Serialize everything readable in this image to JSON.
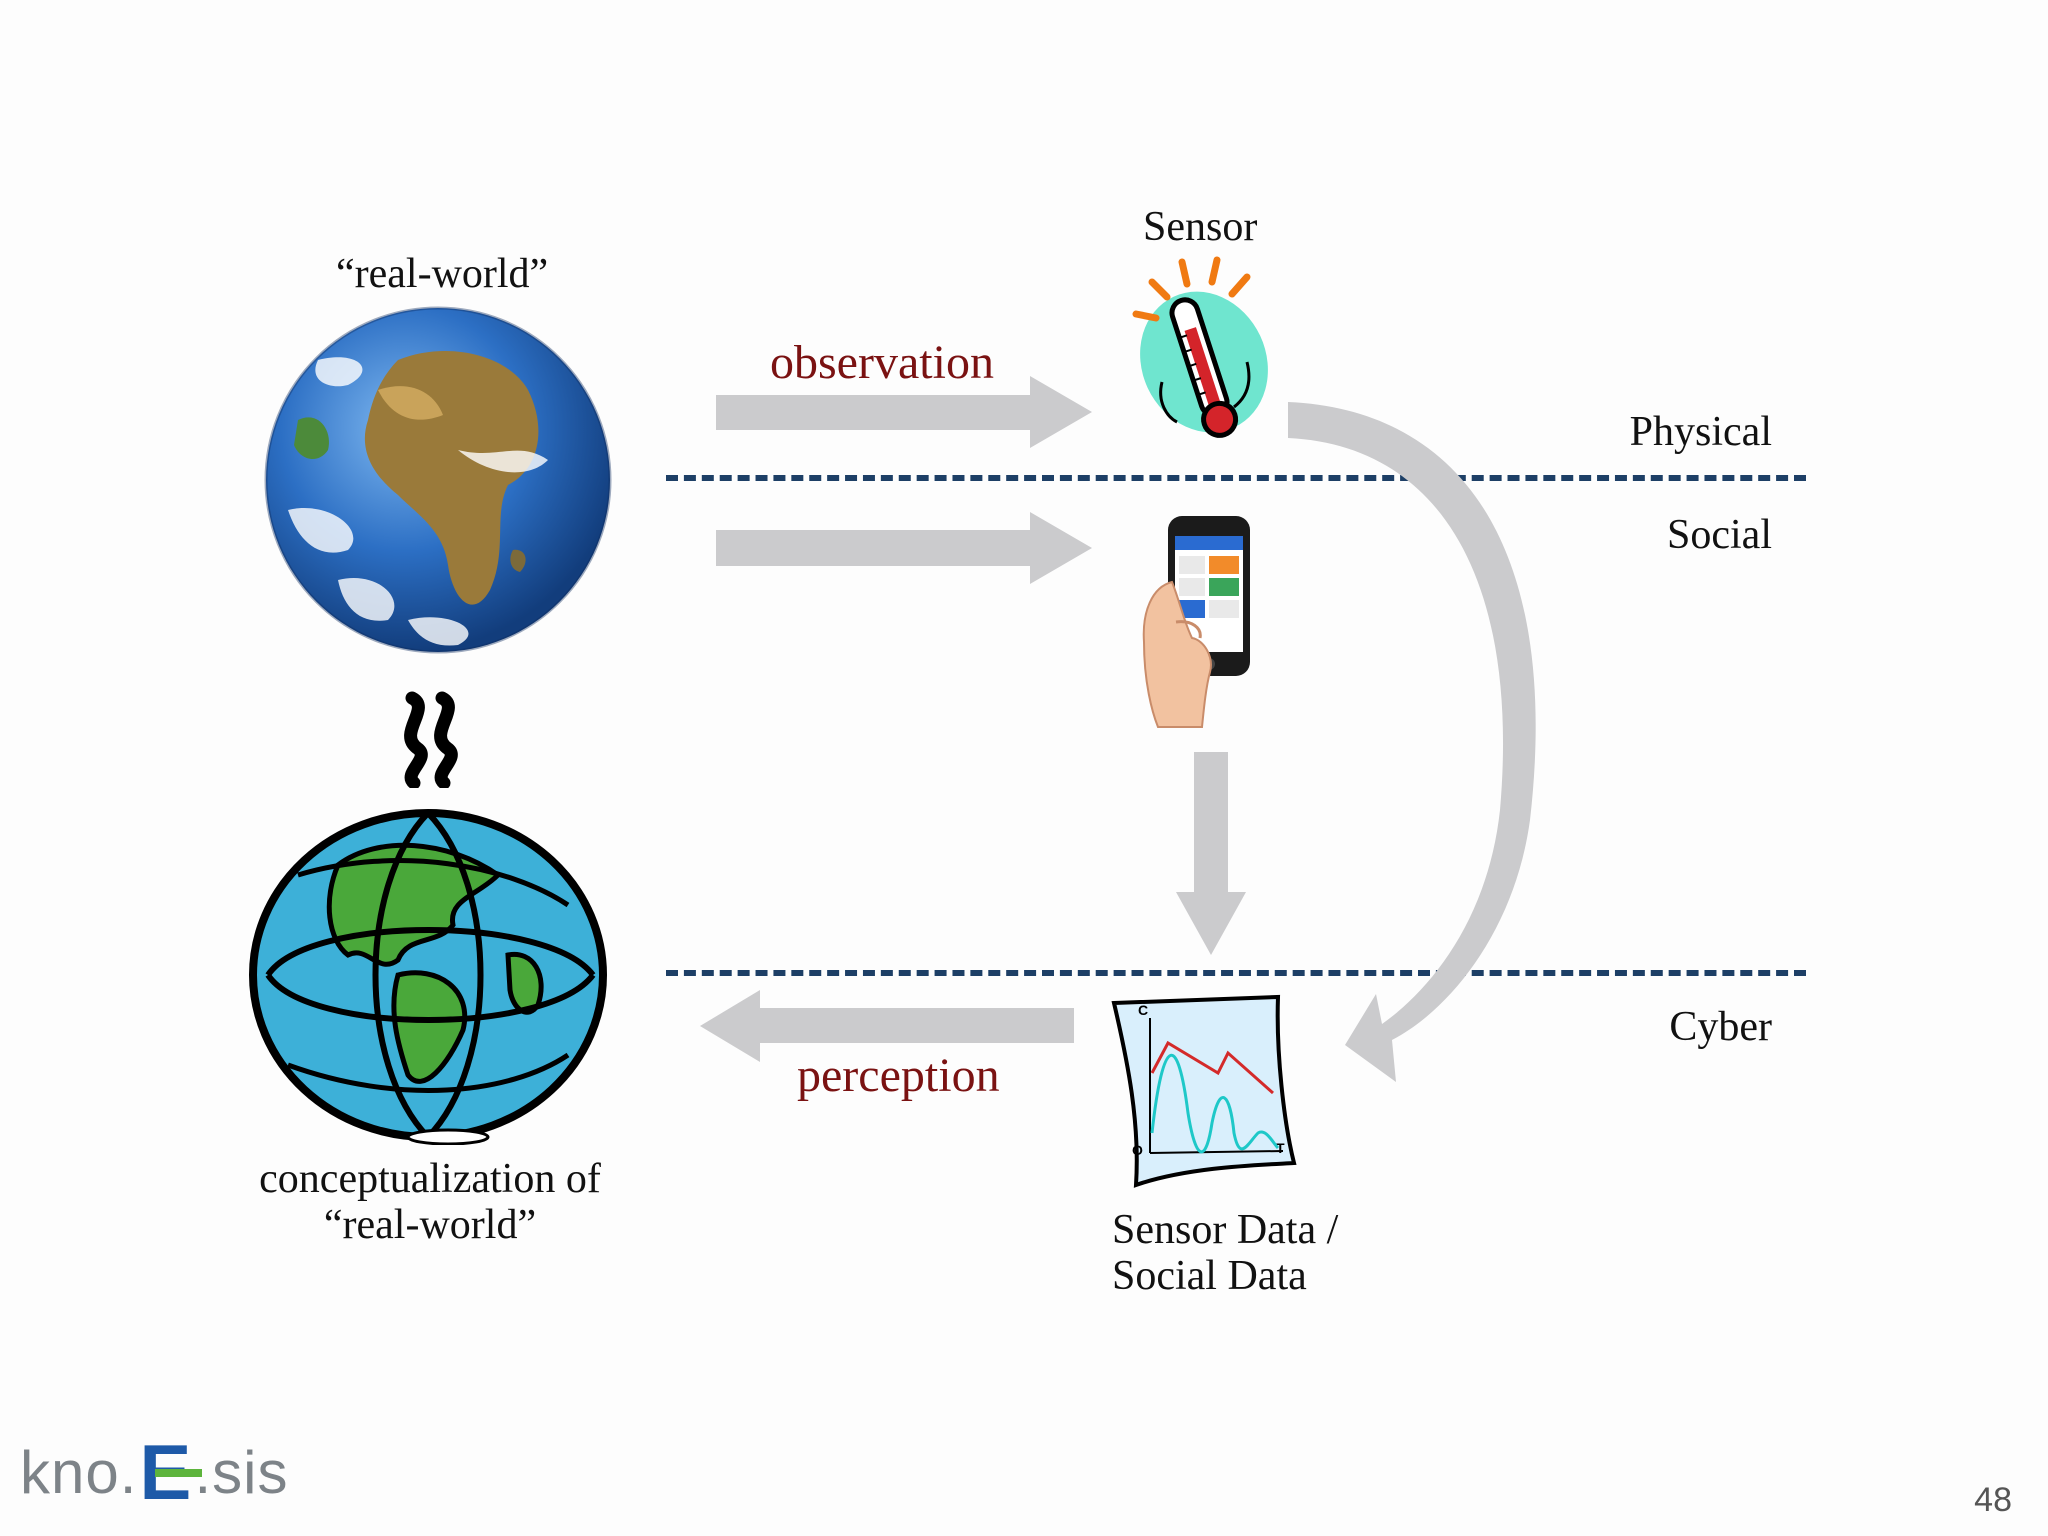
{
  "labels": {
    "real_world": "“real-world”",
    "sensor": "Sensor",
    "observation": "observation",
    "perception": "perception",
    "conceptualization_line1": "conceptualization of",
    "conceptualization_line2": "“real-world”",
    "sensor_data_line1": "Sensor Data /",
    "sensor_data_line2": "Social Data"
  },
  "layers": {
    "physical": "Physical",
    "social": "Social",
    "cyber": "Cyber"
  },
  "approx_symbol": "≈",
  "chart_icon": {
    "y_axis": "C",
    "x_axis": "T",
    "origin": "O"
  },
  "footer": {
    "logo_left": "kno.",
    "logo_e": "E",
    "logo_right": ".sis",
    "slide_number": "48"
  },
  "colors": {
    "arrow": "#cbcbcd",
    "accent_red": "#7a1212",
    "dash": "#1d3f66",
    "ocean": "#2c6fc4",
    "land_green": "#4a9e3a"
  }
}
